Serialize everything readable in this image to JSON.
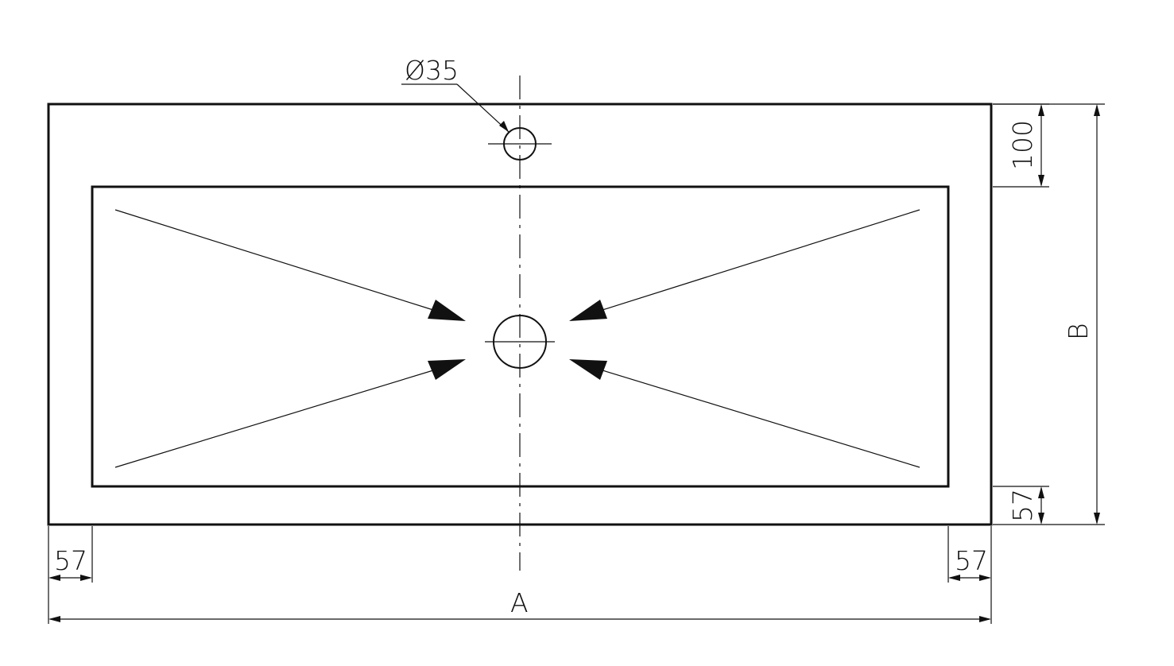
{
  "drawing": {
    "overflow_hole_label": "Ø35",
    "dim_top_edge_label": "100",
    "dim_bottom_edge_label": "57",
    "dim_left_edge_label": "57",
    "dim_right_edge_label": "57",
    "overall_length_label": "A",
    "overall_width_label": "B",
    "line_color": "#111111",
    "background_color": "#ffffff"
  }
}
